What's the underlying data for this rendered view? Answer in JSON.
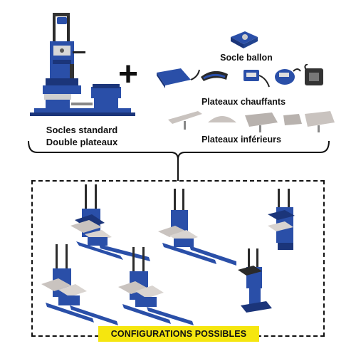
{
  "left_caption": {
    "line1": "Socles standard",
    "line2": "Double plateaux"
  },
  "plus_symbol": "+",
  "accessories": {
    "ball_base": "Socle ballon",
    "heating_plates": "Plateaux chauffants",
    "lower_plates": "Plateaux inférieurs"
  },
  "configurations_label": "CONFIGURATIONS POSSIBLES",
  "colors": {
    "machine_blue": "#2a4fa8",
    "dark_blue": "#1b357a",
    "plate_grey": "#c9c3bf",
    "badge_yellow": "#f5e60f"
  }
}
